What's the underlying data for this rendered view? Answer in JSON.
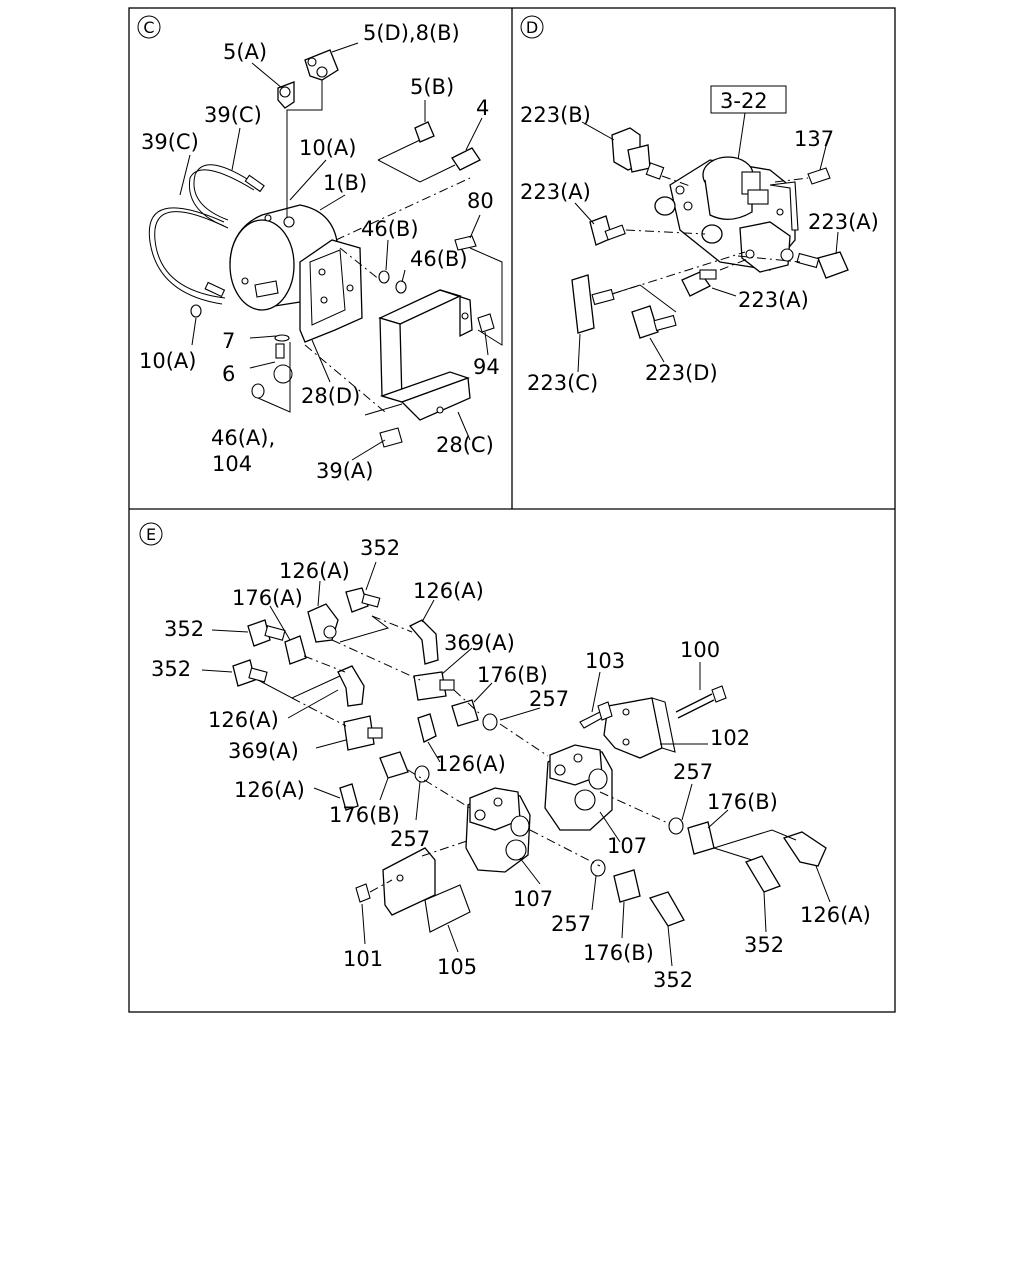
{
  "panels": {
    "c": {
      "letter": "C"
    },
    "d": {
      "letter": "D",
      "ref_box": "3-22"
    },
    "e": {
      "letter": "E"
    }
  },
  "labels": {
    "c": {
      "l_5a": "5(A)",
      "l_5d8b": "5(D),8(B)",
      "l_5b": "5(B)",
      "l_4": "4",
      "l_39c_a": "39(C)",
      "l_39c_b": "39(C)",
      "l_10a_a": "10(A)",
      "l_1b": "1(B)",
      "l_80": "80",
      "l_46b_a": "46(B)",
      "l_46b_b": "46(B)",
      "l_10a_b": "10(A)",
      "l_7": "7",
      "l_6": "6",
      "l_94": "94",
      "l_28d": "28(D)",
      "l_46a": "46(A),",
      "l_104": "104",
      "l_28c": "28(C)",
      "l_39a": "39(A)"
    },
    "d": {
      "l_223b": "223(B)",
      "l_137": "137",
      "l_223a_a": "223(A)",
      "l_223a_b": "223(A)",
      "l_223a_c": "223(A)",
      "l_223c": "223(C)",
      "l_223d": "223(D)"
    },
    "e": {
      "l_352_a": "352",
      "l_126a_a": "126(A)",
      "l_176a": "176(A)",
      "l_126a_b": "126(A)",
      "l_352_b": "352",
      "l_369a_a": "369(A)",
      "l_352_c": "352",
      "l_103": "103",
      "l_100": "100",
      "l_176b_a": "176(B)",
      "l_257_a": "257",
      "l_126a_c": "126(A)",
      "l_102": "102",
      "l_369a_b": "369(A)",
      "l_126a_d": "126(A)",
      "l_126a_e": "126(A)",
      "l_257_b": "257",
      "l_176b_b": "176(B)",
      "l_176b_c": "176(B)",
      "l_257_c": "257",
      "l_107_a": "107",
      "l_107_b": "107",
      "l_126a_f": "126(A)",
      "l_257_d": "257",
      "l_101": "101",
      "l_105": "105",
      "l_176b_d": "176(B)",
      "l_352_d": "352",
      "l_352_e": "352"
    }
  }
}
